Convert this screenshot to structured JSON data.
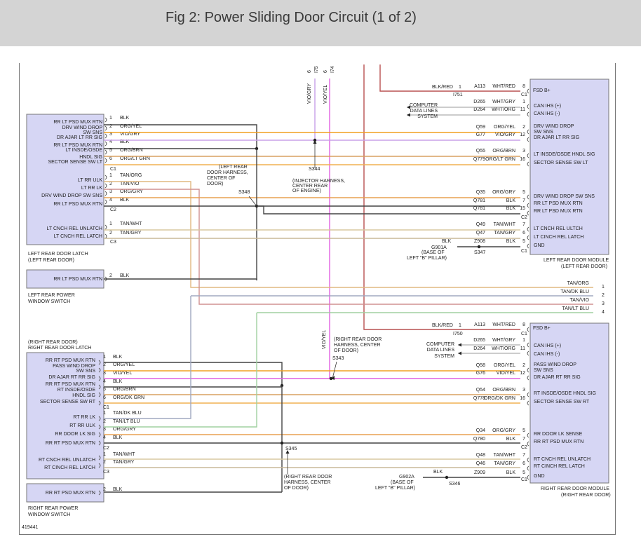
{
  "header": {
    "title": "Fig 2: Power Sliding Door Circuit (1 of 2)"
  },
  "figure_id": "419441",
  "colors": {
    "BLK": "#444444",
    "ORG/YEL": "#f0a020",
    "VIO/GRY": "#c8a0e8",
    "VIO/YEL": "#e060e0",
    "ORG/BRN": "#d8a060",
    "ORG/LT GRN": "#f0b050",
    "ORG/DK GRN": "#f0b050",
    "TAN/ORG": "#e0b880",
    "TAN/VIO": "#d09090",
    "ORG/GRY": "#e8a050",
    "TAN/WHT": "#d8c8a0",
    "TAN/GRY": "#c8b898",
    "TAN/DK BLU": "#a0a8c0",
    "TAN/LT BLU": "#a0d0a0",
    "BLK/RED": "#b85050",
    "box_fill": "#d6d6f4",
    "box_stroke": "#777777"
  },
  "top_wires": {
    "vio_gry": {
      "label": "VIO/GRY",
      "pin": "6",
      "conn": "I75"
    },
    "vio_yel": {
      "label": "VIO/YEL",
      "pin": "6",
      "conn": "I74"
    }
  },
  "left_latch": {
    "name": "LEFT REAR DOOR LATCH",
    "sub": "(LEFT REAR DOOR)",
    "labels": [
      "RR LT PSD MUX RTN",
      "DRV WIND DROP",
      "SW SNS",
      "DR AJAR LT RR SIG",
      "RR LT PSD MUX RTN",
      "LT INSDE/OSDE",
      "HNDL SIG",
      "SECTOR SENSE SW LT",
      "LT RR ULK",
      "LT RR LK",
      "DRV WIND DROP SW SNS",
      "RR LT PSD MUX RTN",
      "LT CNCH REL UNLATCH",
      "LT CNCH REL LATCH"
    ],
    "c1": [
      {
        "pin": "1",
        "color": "BLK"
      },
      {
        "pin": "2",
        "color": "ORG/YEL"
      },
      {
        "pin": "3",
        "color": "VIO/GRY"
      },
      {
        "pin": "4",
        "color": "BLK"
      },
      {
        "pin": "5",
        "color": "ORG/BRN"
      },
      {
        "pin": "6",
        "color": "ORG/LT GRN"
      }
    ],
    "c2": [
      {
        "pin": "1",
        "color": "TAN/ORG"
      },
      {
        "pin": "2",
        "color": "TAN/VIO"
      },
      {
        "pin": "3",
        "color": "ORG/GRY"
      },
      {
        "pin": "4",
        "color": "BLK"
      }
    ],
    "c3": [
      {
        "pin": "1",
        "color": "TAN/WHT"
      },
      {
        "pin": "2",
        "color": "TAN/GRY"
      }
    ],
    "conns": [
      "C1",
      "C2",
      "C3"
    ]
  },
  "left_window": {
    "name": "LEFT REAR POWER",
    "name2": "WINDOW SWITCH",
    "label": "RR LT PSD MUX RTN",
    "pin": "2",
    "color": "BLK"
  },
  "left_module": {
    "title": "FSD B+",
    "name": "LEFT REAR DOOR MODULE",
    "sub": "(LEFT REAR DOOR)",
    "labels": [
      "CAN IHS (+)",
      "CAN IHS (-)",
      "DRV WIND DROP",
      "SW SNS",
      "DR AJAR LT RR SIG",
      "LT INSDE/OSDE HNDL SIG",
      "SECTOR SENSE SW LT",
      "DRV WIND DROP SW SNS",
      "RR LT PSD MUX RTN",
      "RR LT PSD MUX RTN",
      "LT CNCH REL ULTCH",
      "LT CINCH REL LATCH",
      "GND"
    ],
    "rows": [
      {
        "circ": "A113",
        "color": "WHT/RED",
        "pin": "8"
      },
      {
        "circ": "D265",
        "color": "WHT/GRY",
        "pin": "1"
      },
      {
        "circ": "D264",
        "color": "WHT/ORG",
        "pin": "11"
      },
      {
        "circ": "Q59",
        "color": "ORG/YEL",
        "pin": "2"
      },
      {
        "circ": "G77",
        "color": "VIO/GRY",
        "pin": "12"
      },
      {
        "circ": "Q55",
        "color": "ORG/BRN",
        "pin": "3"
      },
      {
        "circ": "Q779",
        "color": "ORG/LT GRN",
        "pin": "16"
      },
      {
        "circ": "Q35",
        "color": "ORG/GRY",
        "pin": "5"
      },
      {
        "circ": "Q781",
        "color": "BLK",
        "pin": "7"
      },
      {
        "circ": "Q781",
        "color": "BLK",
        "pin": "15"
      },
      {
        "circ": "Q49",
        "color": "TAN/WHT",
        "pin": "7"
      },
      {
        "circ": "Q47",
        "color": "TAN/GRY",
        "pin": "6"
      },
      {
        "circ": "Z908",
        "color": "BLK",
        "pin": "5"
      }
    ],
    "feed": {
      "color": "BLK/RED",
      "pin": "1",
      "conn": "I751"
    },
    "conns": [
      "C1",
      "C1",
      "C2",
      "C1"
    ],
    "ground": {
      "id": "G901A",
      "color": "BLK",
      "note1": "(BASE OF",
      "note2": "LEFT \"B\" PILLAR)",
      "splice": "S347"
    },
    "data_lines": [
      "COMPUTER",
      "DATA LINES",
      "SYSTEM"
    ]
  },
  "splices_left": {
    "s344": [
      "S344",
      "(INJECTOR HARNESS,",
      "CENTER REAR",
      "OF ENGINE)"
    ],
    "s348": [
      "(LEFT REAR",
      "DOOR HARNESS,",
      "CENTER OF",
      "DOOR)",
      "S348"
    ]
  },
  "cross_wires": [
    {
      "color": "TAN/ORG",
      "pin": "1"
    },
    {
      "color": "TAN/DK BLU",
      "pin": "2"
    },
    {
      "color": "TAN/VIO",
      "pin": "3"
    },
    {
      "color": "TAN/LT BLU",
      "pin": "4"
    }
  ],
  "right_latch": {
    "name": "RIGHT REAR DOOR LATCH",
    "sub": "(RIGHT REAR DOOR)",
    "labels": [
      "RR RT PSD MUX RTN",
      "PASS WIND DROP",
      "SW SNS",
      "DR AJAR RT RR SIG",
      "RR RT PSD MUX RTN",
      "RT INSDE/OSDE",
      "HNDL SIG",
      "SECTOR SENSE SW RT",
      "RT RR LK",
      "RT RR ULK",
      "RR DOOR LK SIG",
      "RR RT PSD MUX RTN",
      "RT CNCH REL UNLATCH",
      "RT CINCH REL LATCH"
    ],
    "c1": [
      {
        "pin": "1",
        "color": "BLK"
      },
      {
        "pin": "2",
        "color": "ORG/YEL"
      },
      {
        "pin": "3",
        "color": "VIO/YEL"
      },
      {
        "pin": "4",
        "color": "BLK"
      },
      {
        "pin": "5",
        "color": "ORG/BRN"
      },
      {
        "pin": "6",
        "color": "ORG/DK GRN"
      }
    ],
    "c2": [
      {
        "pin": "1",
        "color": "TAN/DK BLU"
      },
      {
        "pin": "2",
        "color": "TAN/LT BLU"
      },
      {
        "pin": "3",
        "color": "ORG/GRY"
      },
      {
        "pin": "4",
        "color": "BLK"
      }
    ],
    "c3": [
      {
        "pin": "1",
        "color": "TAN/WHT"
      },
      {
        "pin": "2",
        "color": "TAN/GRY"
      }
    ],
    "conns": [
      "C1",
      "C2",
      "C3"
    ]
  },
  "right_window": {
    "name": "RIGHT REAR POWER",
    "name2": "WINDOW SWITCH",
    "label": "RR RT PSD MUX RTN",
    "pin": "2",
    "color": "BLK"
  },
  "right_module": {
    "title": "FSD B+",
    "name": "RIGHT REAR DOOR MODULE",
    "sub": "(RIGHT REAR DOOR)",
    "labels": [
      "CAN IHS (+)",
      "CAN IHS (-)",
      "PASS WIND DROP",
      "SW SNS",
      "DR AJAR RT RR SIG",
      "RT INSDE/OSDE HNDL SIG",
      "SECTOR SENSE SW RT",
      "RR DOOR LK SENSE",
      "RR RT PSD MUX RTN",
      "RT CNCH REL UNLATCH",
      "RT CINCH REL LATCH",
      "GND"
    ],
    "rows": [
      {
        "circ": "A113",
        "color": "WHT/RED",
        "pin": "8"
      },
      {
        "circ": "D265",
        "color": "WHT/GRY",
        "pin": "1"
      },
      {
        "circ": "D264",
        "color": "WHT/ORG",
        "pin": "11"
      },
      {
        "circ": "Q58",
        "color": "ORG/YEL",
        "pin": "2"
      },
      {
        "circ": "G76",
        "color": "VIO/YEL",
        "pin": "12"
      },
      {
        "circ": "Q54",
        "color": "ORG/BRN",
        "pin": "3"
      },
      {
        "circ": "Q778",
        "color": "ORG/DK GRN",
        "pin": "16"
      },
      {
        "circ": "Q34",
        "color": "ORG/GRY",
        "pin": "5"
      },
      {
        "circ": "Q780",
        "color": "BLK",
        "pin": "7"
      },
      {
        "circ": "Q48",
        "color": "TAN/WHT",
        "pin": "7"
      },
      {
        "circ": "Q46",
        "color": "TAN/GRY",
        "pin": "6"
      },
      {
        "circ": "Z909",
        "color": "BLK",
        "pin": "5"
      }
    ],
    "feed": {
      "color": "BLK/RED",
      "pin": "1",
      "conn": "I750"
    },
    "conns": [
      "C1",
      "C1",
      "C2",
      "C1"
    ],
    "ground": {
      "id": "G902A",
      "color": "BLK",
      "note1": "(BASE OF",
      "note2": "LEFT \"B\" PILLAR)",
      "splice": "S346"
    },
    "data_lines": [
      "COMPUTER",
      "DATA LINES",
      "SYSTEM"
    ]
  },
  "splices_right": {
    "s343": [
      "(RIGHT REAR DOOR",
      "HARNESS, CENTER",
      "OF DOOR)",
      "S343"
    ],
    "vio_yel": "VIO/YEL",
    "s345": [
      "S345",
      "(RIGHT REAR DOOR",
      "HARNESS, CENTER",
      "OF DOOR)"
    ]
  }
}
